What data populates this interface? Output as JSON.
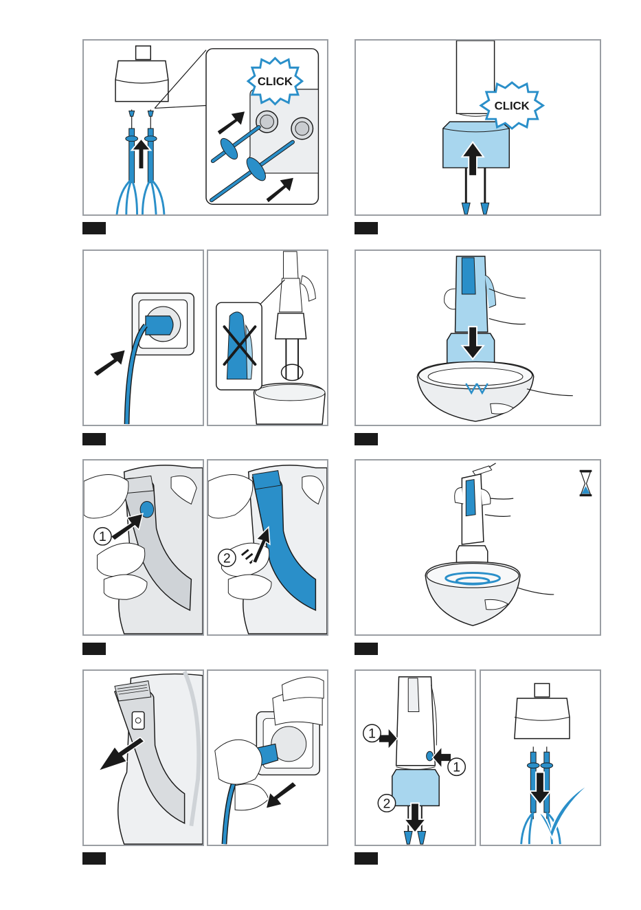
{
  "colors": {
    "accent": "#2a8fc9",
    "accent_light": "#a8d6ee",
    "frame": "#9a9ea3",
    "ink": "#1a1a1a",
    "device_grey": "#e6e8ea"
  },
  "icons": {
    "click_burst": "click-burst-icon",
    "hourglass": "hourglass-icon",
    "checkmark": "checkmark-icon",
    "cross": "cross-icon",
    "arrow": "arrow-icon"
  },
  "labels": {
    "click": "CLICK",
    "num_1": "1",
    "num_2": "2"
  },
  "steps": [
    {
      "id": "s1"
    },
    {
      "id": "s2"
    },
    {
      "id": "s3"
    },
    {
      "id": "s4"
    },
    {
      "id": "s5"
    },
    {
      "id": "s6"
    },
    {
      "id": "s7"
    },
    {
      "id": "s8"
    }
  ]
}
